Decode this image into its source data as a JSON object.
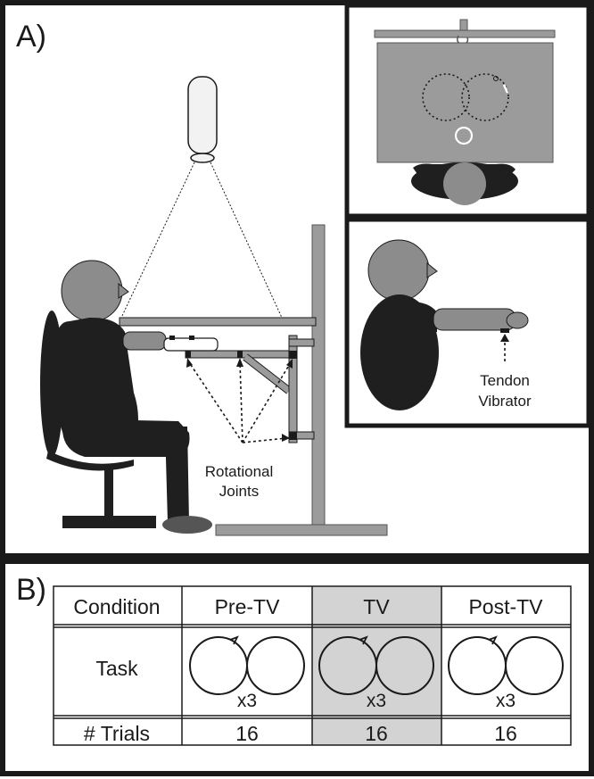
{
  "panel_a": {
    "label": "A)",
    "rotational_joints_label": [
      "Rotational",
      "Joints"
    ],
    "tendon_vibrator_label": [
      "Tendon",
      "Vibrator"
    ]
  },
  "panel_b": {
    "label": "B)",
    "table": {
      "headers": [
        "Condition",
        "Pre-TV",
        "TV",
        "Post-TV"
      ],
      "task_row": {
        "label": "Task",
        "repeats": [
          "x3",
          "x3",
          "x3"
        ]
      },
      "trials_row": {
        "label": "# Trials",
        "values": [
          "16",
          "16",
          "16"
        ]
      },
      "highlight_column": "TV"
    }
  },
  "colors": {
    "frame": "#1a1a1a",
    "body_dark": "#1f1f1f",
    "body_gray": "#8c8c8c",
    "apparatus_gray": "#9b9b9b",
    "highlight": "#d3d3d3"
  }
}
